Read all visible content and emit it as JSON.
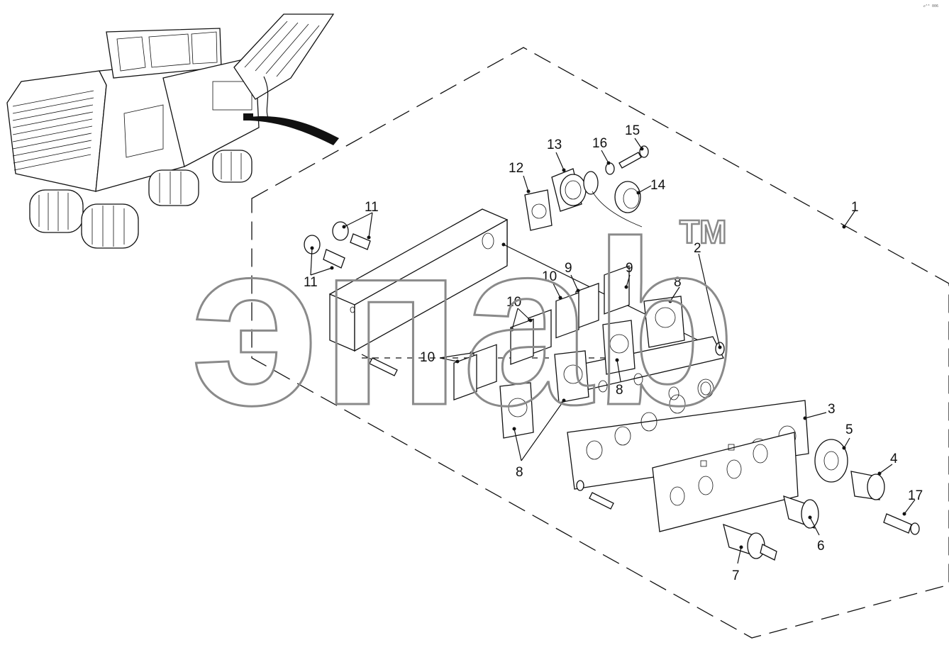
{
  "diagram": {
    "callouts": [
      "1",
      "2",
      "3",
      "4",
      "5",
      "6",
      "7",
      "8",
      "8",
      "8",
      "9",
      "9",
      "10",
      "10",
      "10",
      "10",
      "11",
      "11",
      "12",
      "13",
      "14",
      "15",
      "16",
      "17"
    ],
    "watermark": "эпаb",
    "trademark": "TM",
    "corner_code": "ℯ⁵⁸ 006"
  }
}
